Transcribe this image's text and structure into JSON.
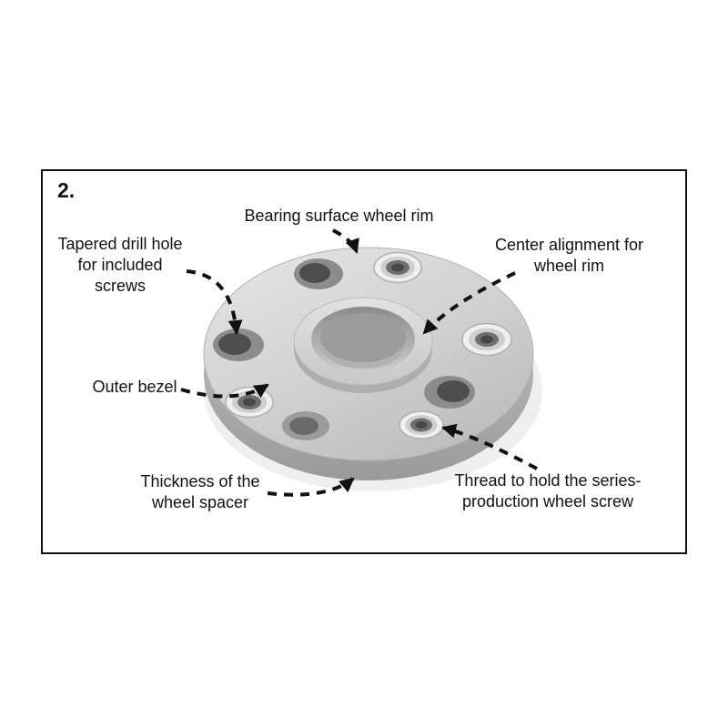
{
  "page": {
    "step_number": "2."
  },
  "labels": {
    "bearing_surface": "Bearing surface wheel rim",
    "tapered_drill_hole": "Tapered drill hole\nfor included\nscrews",
    "center_alignment": "Center alignment for\nwheel rim",
    "outer_bezel": "Outer bezel",
    "thickness": "Thickness of the\nwheel spacer",
    "thread": "Thread to hold the series-\nproduction wheel screw"
  },
  "colors": {
    "frame_border": "#111111",
    "text": "#111111",
    "arrow": "#111111",
    "spacer_light": "#dedede",
    "spacer_mid": "#c4c4c4",
    "spacer_dark": "#9f9f9f"
  }
}
